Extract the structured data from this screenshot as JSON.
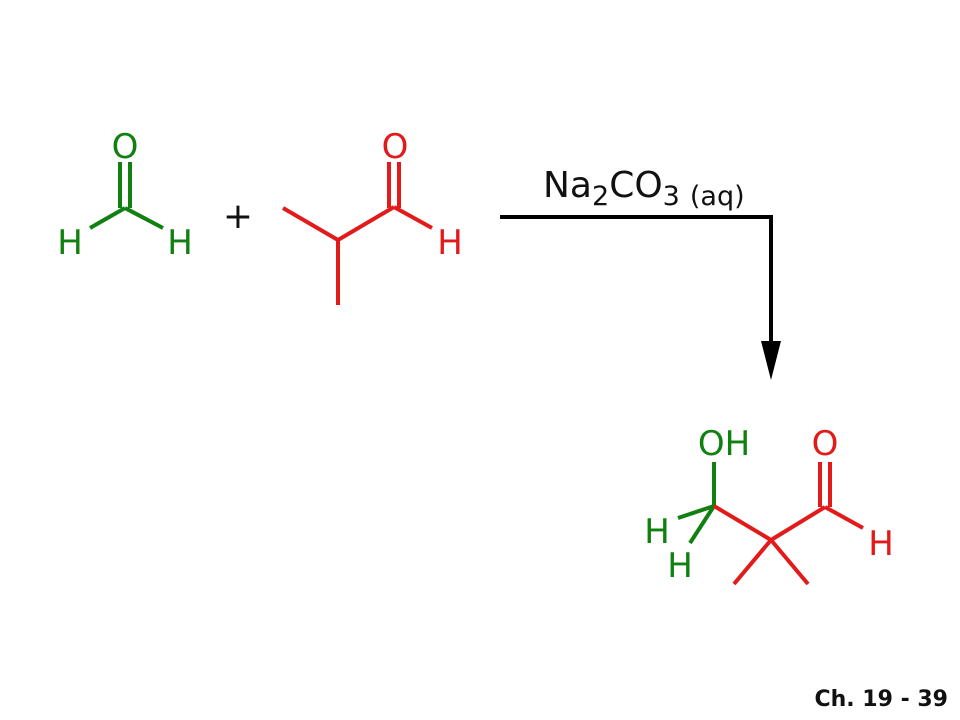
{
  "colors": {
    "formaldehyde": "#108010",
    "isobutyraldehyde": "#e21a1a",
    "arrow": "#000000"
  },
  "reactant1": {
    "oxygen": "O",
    "hydrogen_left": "H",
    "hydrogen_right": "H"
  },
  "plus_sign": "+",
  "reactant2": {
    "oxygen": "O",
    "hydrogen": "H"
  },
  "reagent": {
    "na": "Na",
    "sub2": "2",
    "co": "CO",
    "sub3": "3",
    "phase": "(aq)"
  },
  "product": {
    "hydroxyl": "OH",
    "oxygen": "O",
    "hydrogen_aldehyde": "H",
    "hydrogen_1": "H",
    "hydrogen_2": "H"
  },
  "footer": {
    "slide_label": "Ch. 19 - 39"
  }
}
